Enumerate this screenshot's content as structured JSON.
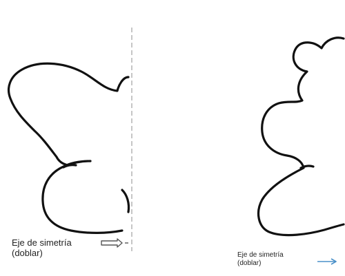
{
  "left_panel": {
    "axis_label_line1": "Eje de simetría",
    "axis_label_line2": "(doblar)",
    "arrow_icon": "outline-arrow-right-icon"
  },
  "right_panel": {
    "axis_label_line1": "Eje de simetría",
    "axis_label_line2": "(doblar)",
    "arrow_icon": "arrow-right-icon",
    "arrow_color": "#4a90c8"
  },
  "colors": {
    "outline": "#111111",
    "axis_line": "#8c8c8c",
    "text": "#222222"
  }
}
